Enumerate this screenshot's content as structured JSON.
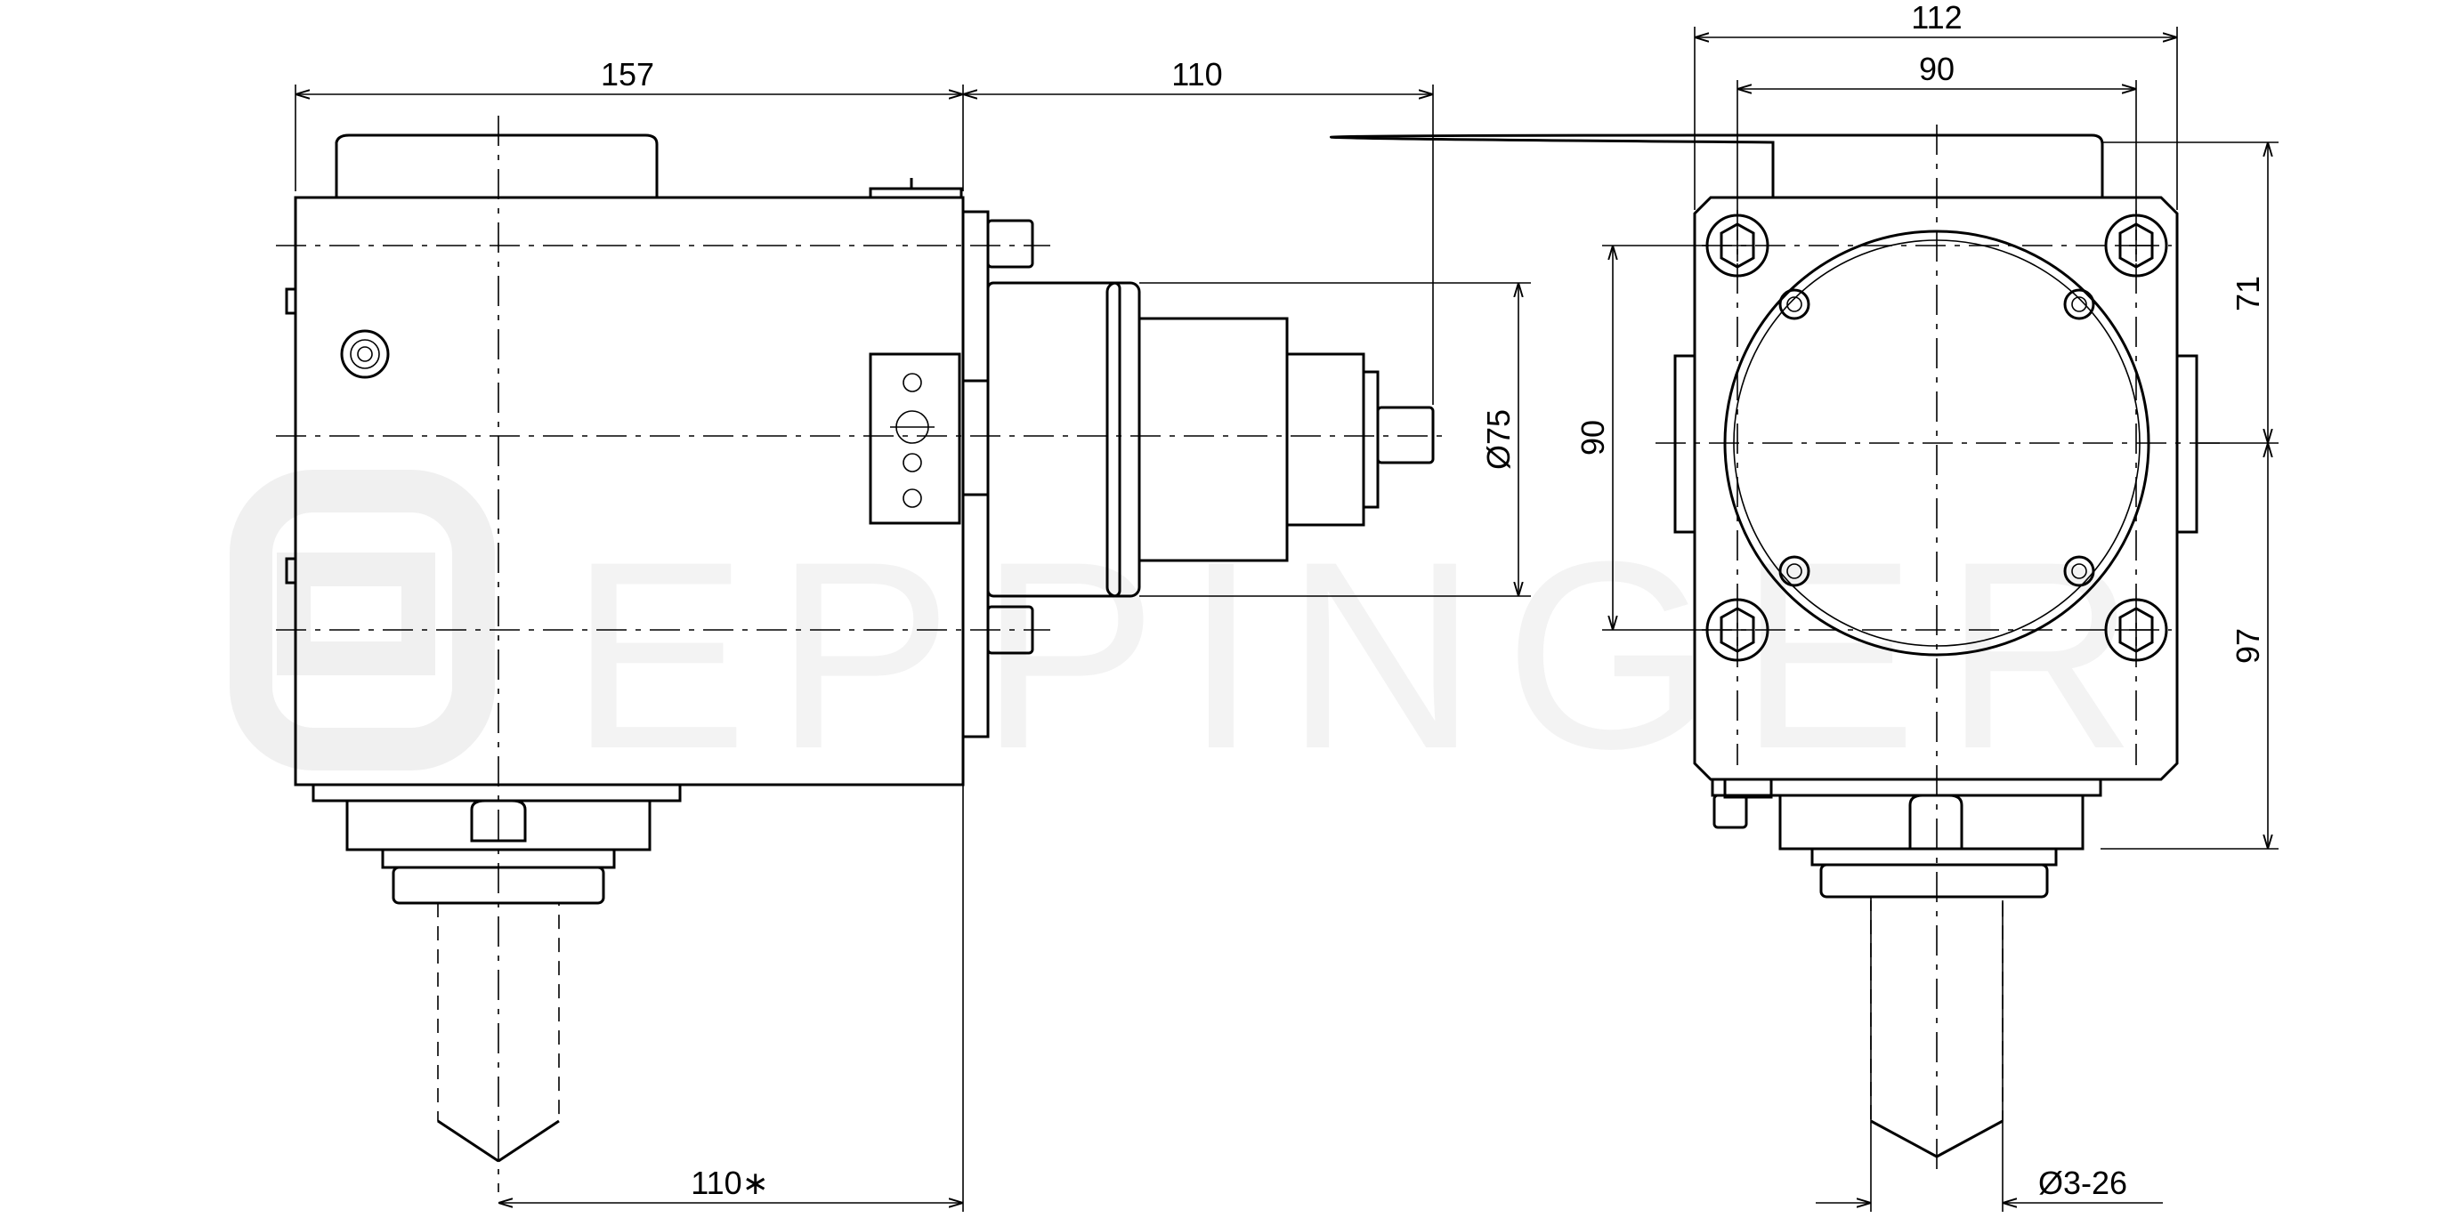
{
  "watermark": {
    "text": "EPPINGER"
  },
  "side_view": {
    "dims": {
      "width_body": "157",
      "spindle_length": "110",
      "tool_offset": "110∗",
      "flange_dia": "Ø75"
    }
  },
  "front_view": {
    "dims": {
      "overall_width": "112",
      "bolt_spacing_w": "90",
      "bolt_spacing_h": "90",
      "upper_height": "71",
      "lower_height": "97",
      "collet_range": "Ø3-26"
    }
  }
}
